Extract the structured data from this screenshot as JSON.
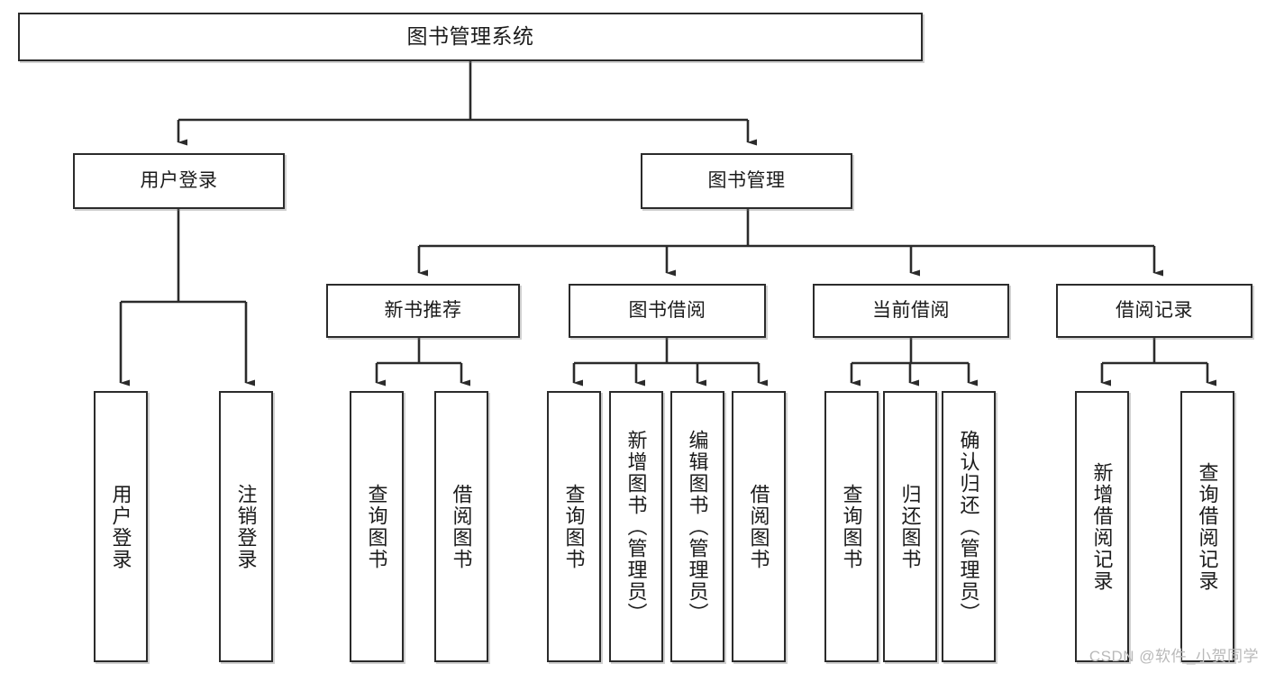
{
  "diagram": {
    "title": "图书管理系统",
    "type": "tree",
    "watermark": "CSDN @软件_小贺同学",
    "colors": {
      "box_border": "#2b2b2b",
      "box_fill": "#ffffff",
      "line": "#2b2b2b",
      "text": "#1b1b1b",
      "watermark": "#b9b9b9"
    },
    "nodes": {
      "root": {
        "label": "图书管理系统",
        "level": 1,
        "orientation": "horizontal"
      },
      "l2": [
        {
          "id": "user-login",
          "label": "用户登录",
          "level": 2,
          "orientation": "horizontal"
        },
        {
          "id": "book-manage",
          "label": "图书管理",
          "level": 2,
          "orientation": "horizontal"
        }
      ],
      "l3": [
        {
          "id": "new-book-recommend",
          "label": "新书推荐",
          "level": 3,
          "orientation": "horizontal"
        },
        {
          "id": "book-borrow",
          "label": "图书借阅",
          "level": 3,
          "orientation": "horizontal"
        },
        {
          "id": "current-borrow",
          "label": "当前借阅",
          "level": 3,
          "orientation": "horizontal"
        },
        {
          "id": "borrow-record",
          "label": "借阅记录",
          "level": 3,
          "orientation": "horizontal"
        }
      ],
      "leaves": [
        {
          "id": "leaf-user-login",
          "label": "用户登录",
          "parent": "user-login",
          "orientation": "vertical"
        },
        {
          "id": "leaf-logout-login",
          "label": "注销登录",
          "parent": "user-login",
          "orientation": "vertical"
        },
        {
          "id": "leaf-query-book-1",
          "label": "查询图书",
          "parent": "new-book-recommend",
          "orientation": "vertical"
        },
        {
          "id": "leaf-borrow-book-1",
          "label": "借阅图书",
          "parent": "new-book-recommend",
          "orientation": "vertical"
        },
        {
          "id": "leaf-query-book-2",
          "label": "查询图书",
          "parent": "book-borrow",
          "orientation": "vertical"
        },
        {
          "id": "leaf-add-book",
          "label": "新增图书（管理员）",
          "parent": "book-borrow",
          "orientation": "vertical"
        },
        {
          "id": "leaf-edit-book",
          "label": "编辑图书（管理员）",
          "parent": "book-borrow",
          "orientation": "vertical"
        },
        {
          "id": "leaf-borrow-book-2",
          "label": "借阅图书",
          "parent": "book-borrow",
          "orientation": "vertical"
        },
        {
          "id": "leaf-query-book-3",
          "label": "查询图书",
          "parent": "current-borrow",
          "orientation": "vertical"
        },
        {
          "id": "leaf-return-book",
          "label": "归还图书",
          "parent": "current-borrow",
          "orientation": "vertical"
        },
        {
          "id": "leaf-confirm-return",
          "label": "确认归还（管理员）",
          "parent": "current-borrow",
          "orientation": "vertical"
        },
        {
          "id": "leaf-add-record",
          "label": "新增借阅记录",
          "parent": "borrow-record",
          "orientation": "vertical"
        },
        {
          "id": "leaf-query-record",
          "label": "查询借阅记录",
          "parent": "borrow-record",
          "orientation": "vertical"
        }
      ]
    }
  }
}
